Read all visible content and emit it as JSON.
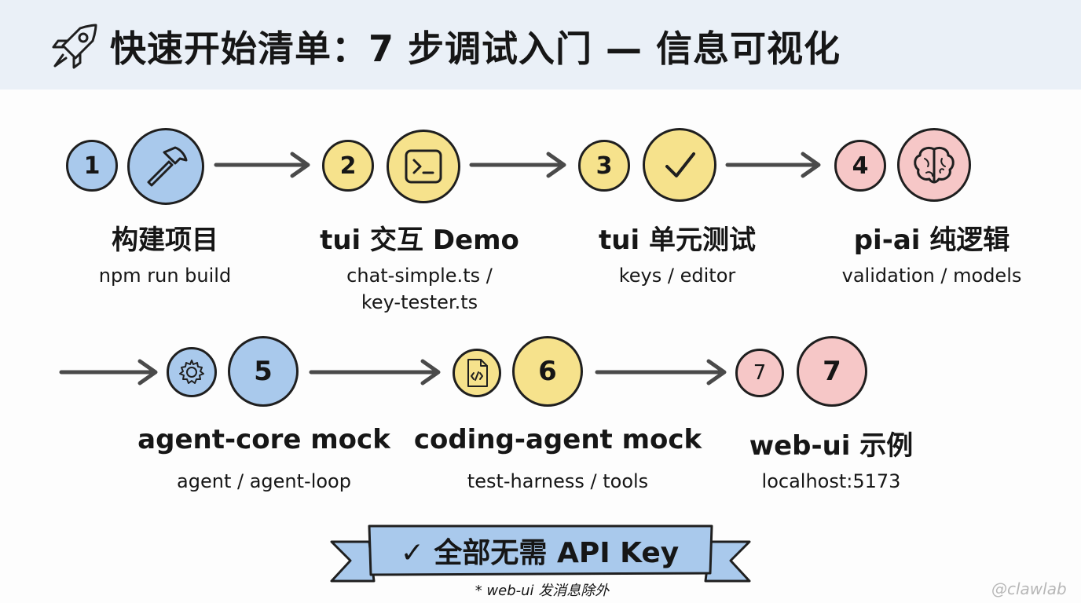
{
  "header": {
    "title": "快速开始清单：7 步调试入门 — 信息可视化",
    "icon": "rocket-icon"
  },
  "steps": [
    {
      "number": "1",
      "title": "构建项目",
      "subtitle": "npm run build",
      "icon": "hammer-icon",
      "color": "#a9c9ec"
    },
    {
      "number": "2",
      "title": "tui 交互 Demo",
      "subtitle_lines": [
        "chat-simple.ts /",
        "key-tester.ts"
      ],
      "icon": "terminal-icon",
      "color": "#f6e28c"
    },
    {
      "number": "3",
      "title": "tui 单元测试",
      "subtitle": "keys / editor",
      "icon": "checkmark-icon",
      "color": "#f6e28c"
    },
    {
      "number": "4",
      "title": "pi-ai 纯逻辑",
      "subtitle": "validation / models",
      "icon": "brain-icon",
      "color": "#f6c7c7"
    },
    {
      "number": "5",
      "title": "agent-core mock",
      "subtitle": "agent / agent-loop",
      "icon": "gear-icon",
      "color": "#a9c9ec"
    },
    {
      "number": "6",
      "title": "coding-agent mock",
      "subtitle": "test-harness / tools",
      "icon": "code-file-icon",
      "color": "#f6e28c"
    },
    {
      "number": "7",
      "title": "web-ui 示例",
      "subtitle": "localhost:5173",
      "icon": "number-seven-icon",
      "color": "#f6c7c7"
    }
  ],
  "banner": {
    "check": "✓",
    "text": "全部无需 API Key",
    "color": "#a9c9ec"
  },
  "note": "* web-ui 发消息除外",
  "watermark": "@clawlab"
}
